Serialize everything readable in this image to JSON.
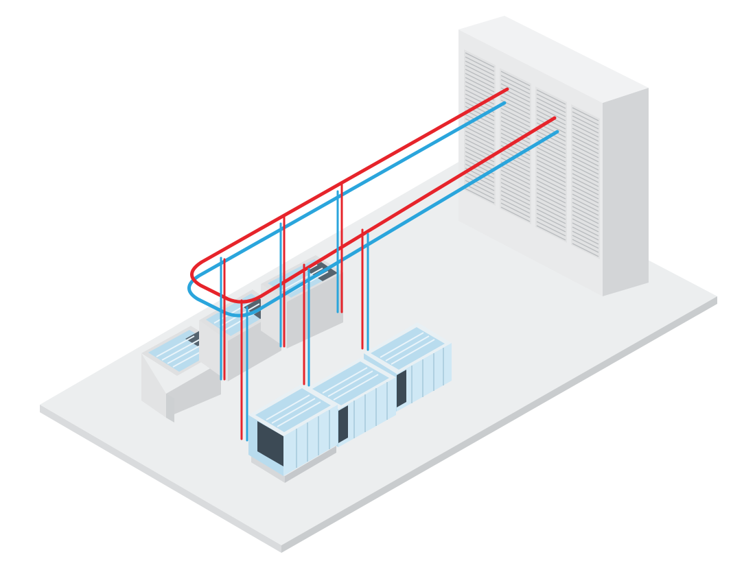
{
  "colors": {
    "background": "#ffffff",
    "floor_top": "#eceeef",
    "floor_front": "#d9dbdd",
    "floor_side": "#c9ccce",
    "cooling_unit_front": "#e9eaeb",
    "cooling_unit_side": "#d3d5d7",
    "cooling_unit_louver": "#b9bcbf",
    "rack_glass": "#b9dcee",
    "rack_glass_light": "#d9eef8",
    "rack_frame": "#e8f0f4",
    "rack_dark_panel": "#3c4a55",
    "server_plinth": "#d6d8da",
    "hot_pipe": "#e6242b",
    "cold_pipe": "#2aa5dc"
  },
  "icons": [
    "data-center-floor",
    "cooling-unit",
    "server-rack",
    "hot-pipe",
    "cold-pipe"
  ]
}
